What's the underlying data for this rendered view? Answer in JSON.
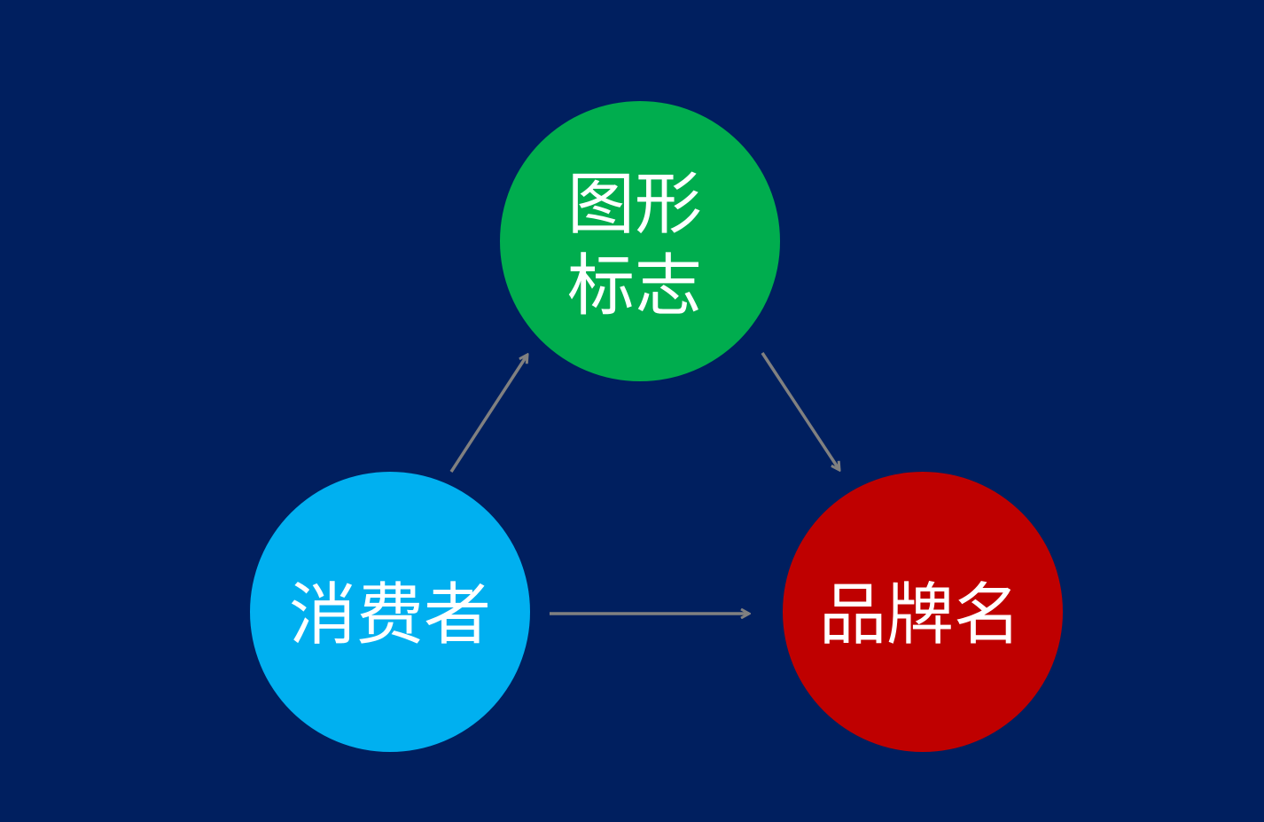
{
  "nodes": {
    "logo": {
      "line1": "图形",
      "line2": "标志",
      "color": "#00ad4e"
    },
    "consumer": {
      "label": "消费者",
      "color": "#00b0f0"
    },
    "brand": {
      "label": "品牌名",
      "color": "#bf0000"
    }
  },
  "colors": {
    "background": "#001f5f",
    "arrow": "#808080"
  }
}
